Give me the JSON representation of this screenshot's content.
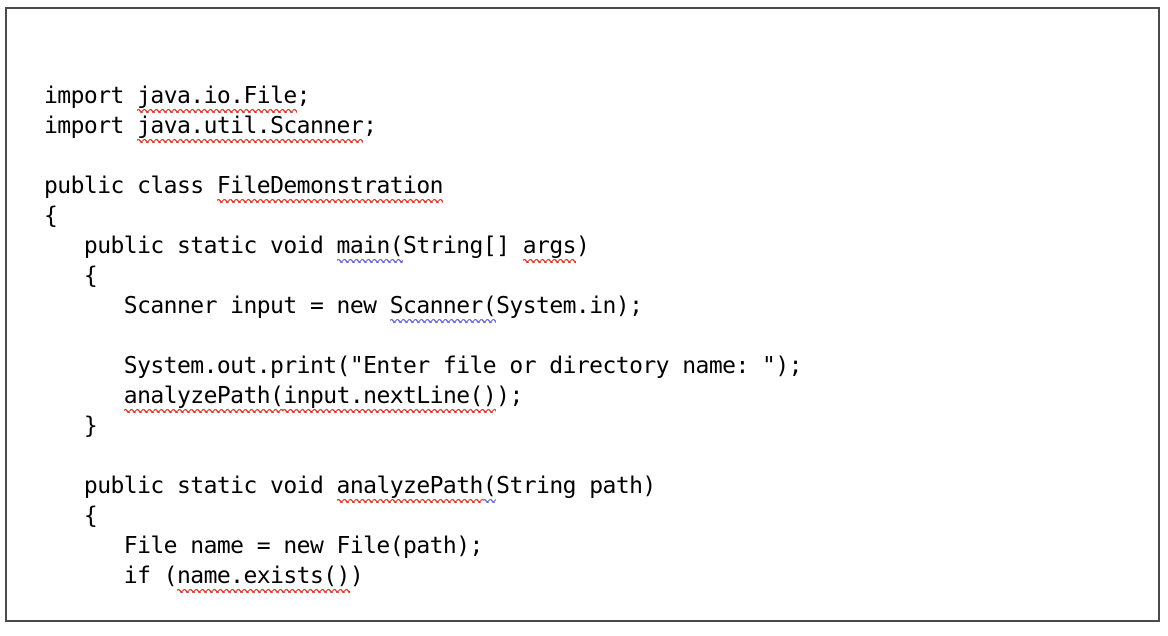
{
  "document": {
    "language": "java",
    "border_color": "#4a4a4a",
    "background_color": "#ffffff",
    "text_color": "#000000",
    "spellcheck_underline_color": "#e03a28",
    "grammar_underline_color": "#6a6ae0"
  },
  "code": {
    "lines": [
      {
        "index": 1,
        "text": "import java.io.File;",
        "segments": [
          {
            "text": "import ",
            "mark": "none"
          },
          {
            "text": "java.io.File",
            "mark": "red"
          },
          {
            "text": ";",
            "mark": "none"
          }
        ]
      },
      {
        "index": 2,
        "text": "import java.util.Scanner;",
        "segments": [
          {
            "text": "import ",
            "mark": "none"
          },
          {
            "text": "java.util.Scanner",
            "mark": "red"
          },
          {
            "text": ";",
            "mark": "none"
          }
        ]
      },
      {
        "index": 3,
        "text": "",
        "segments": []
      },
      {
        "index": 4,
        "text": "public class FileDemonstration",
        "segments": [
          {
            "text": "public class ",
            "mark": "none"
          },
          {
            "text": "FileDemonstration",
            "mark": "red"
          }
        ]
      },
      {
        "index": 5,
        "text": "{",
        "segments": [
          {
            "text": "{",
            "mark": "none"
          }
        ]
      },
      {
        "index": 6,
        "text": "   public static void main(String[] args)",
        "segments": [
          {
            "text": "   public static void ",
            "mark": "none"
          },
          {
            "text": "main(",
            "mark": "blue"
          },
          {
            "text": "String[] ",
            "mark": "none"
          },
          {
            "text": "args",
            "mark": "red"
          },
          {
            "text": ")",
            "mark": "none"
          }
        ]
      },
      {
        "index": 7,
        "text": "   {",
        "segments": [
          {
            "text": "   {",
            "mark": "none"
          }
        ]
      },
      {
        "index": 8,
        "text": "      Scanner input = new Scanner(System.in);",
        "segments": [
          {
            "text": "      Scanner input = new ",
            "mark": "none"
          },
          {
            "text": "Scanner(",
            "mark": "blue"
          },
          {
            "text": "System.in);",
            "mark": "none"
          }
        ]
      },
      {
        "index": 9,
        "text": "",
        "segments": []
      },
      {
        "index": 10,
        "text": "      System.out.print(\"Enter file or directory name: \");",
        "segments": [
          {
            "text": "      System.out.print(\"Enter file or directory name: \");",
            "mark": "none"
          }
        ]
      },
      {
        "index": 11,
        "text": "      analyzePath(input.nextLine());",
        "segments": [
          {
            "text": "      ",
            "mark": "none"
          },
          {
            "text": "analyzePath(",
            "mark": "red"
          },
          {
            "text": "input.nextLine()",
            "mark": "red"
          },
          {
            "text": ");",
            "mark": "none"
          }
        ]
      },
      {
        "index": 12,
        "text": "   }",
        "segments": [
          {
            "text": "   }",
            "mark": "none"
          }
        ]
      },
      {
        "index": 13,
        "text": "",
        "segments": []
      },
      {
        "index": 14,
        "text": "   public static void analyzePath(String path)",
        "segments": [
          {
            "text": "   public static void ",
            "mark": "none"
          },
          {
            "text": "analyzePath",
            "mark": "red"
          },
          {
            "text": "(",
            "mark": "blue"
          },
          {
            "text": "String path)",
            "mark": "none"
          }
        ]
      },
      {
        "index": 15,
        "text": "   {",
        "segments": [
          {
            "text": "   {",
            "mark": "none"
          }
        ]
      },
      {
        "index": 16,
        "text": "      File name = new File(path);",
        "segments": [
          {
            "text": "      File name = new File(path);",
            "mark": "none"
          }
        ]
      },
      {
        "index": 17,
        "text": "      if (name.exists())",
        "segments": [
          {
            "text": "      if (",
            "mark": "none"
          },
          {
            "text": "name.exists()",
            "mark": "red"
          },
          {
            "text": ")",
            "mark": "none"
          }
        ]
      }
    ]
  }
}
